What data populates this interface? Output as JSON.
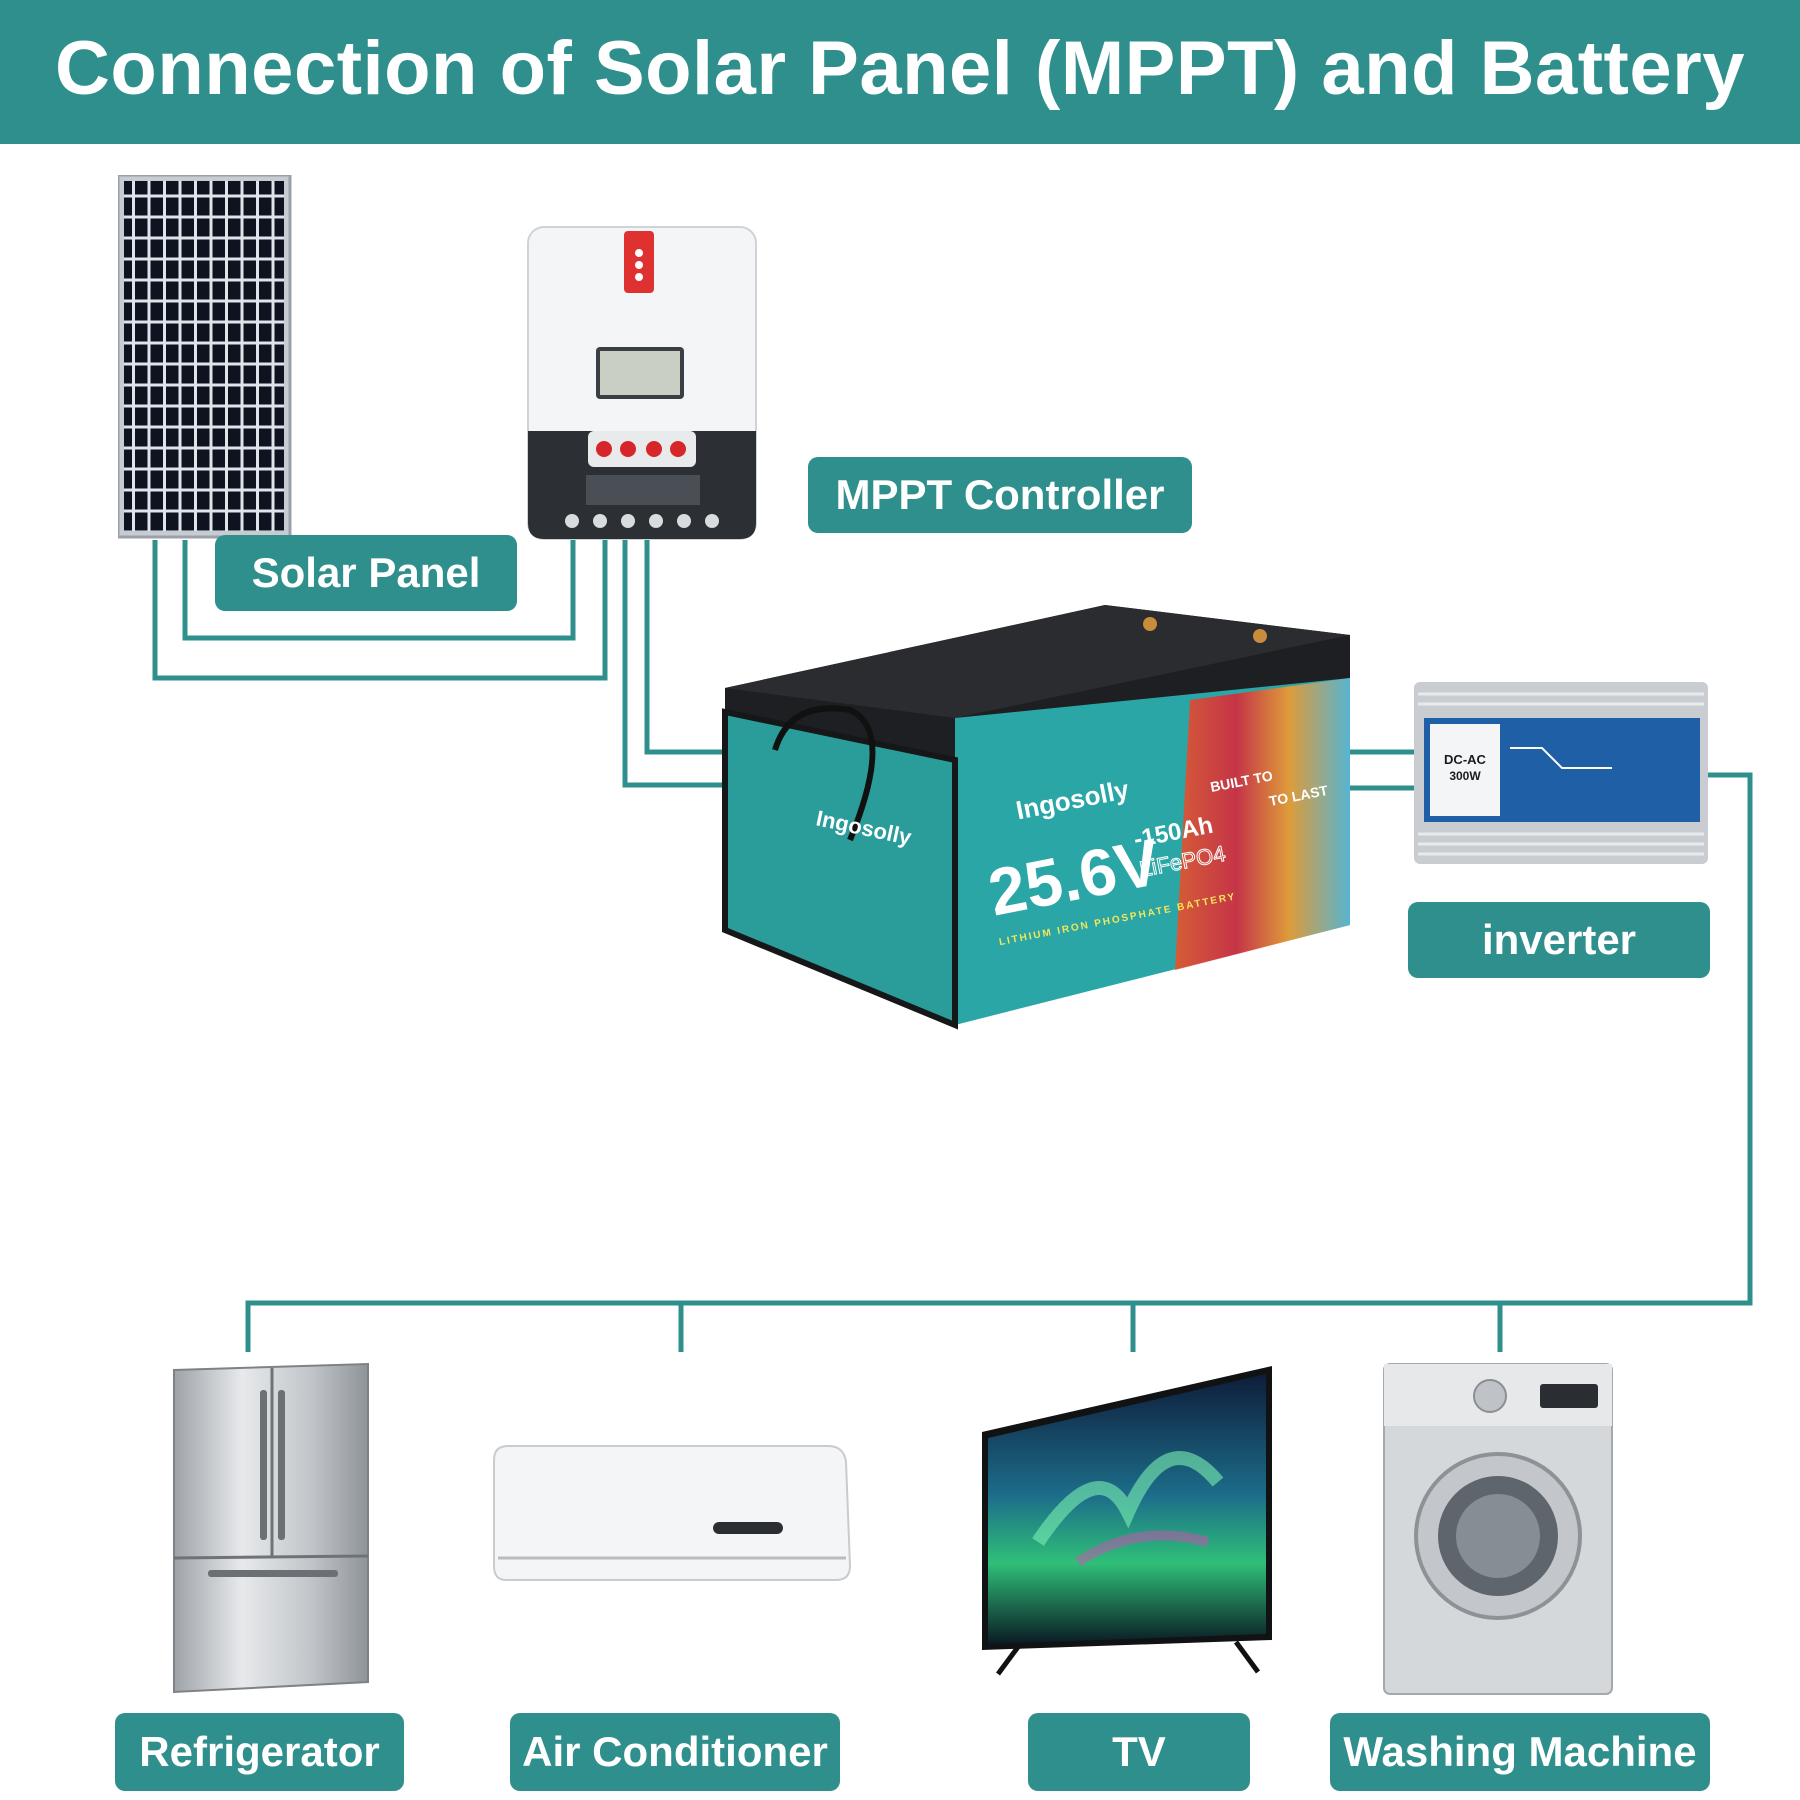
{
  "title": "Connection of Solar Panel (MPPT) and Battery",
  "colors": {
    "accent": "#2f8f8c",
    "label_text": "#ffffff",
    "wire": "#2f8f8c"
  },
  "labels": {
    "solar_panel": "Solar Panel",
    "mppt_controller": "MPPT Controller",
    "inverter": "inverter",
    "refrigerator": "Refrigerator",
    "air_conditioner": "Air Conditioner",
    "tv": "TV",
    "washing_machine": "Washing Machine"
  },
  "battery": {
    "brand": "Ingosolly",
    "voltage": "25.6V",
    "capacity": "-150Ah",
    "chemistry": "LiFePO4",
    "slogan_1": "BUILT TO",
    "slogan_2": "TO LAST",
    "subtitle": "LITHIUM IRON PHOSPHATE BATTERY"
  },
  "inverter_device": {
    "text": "DC-AC",
    "rating": "300W"
  }
}
